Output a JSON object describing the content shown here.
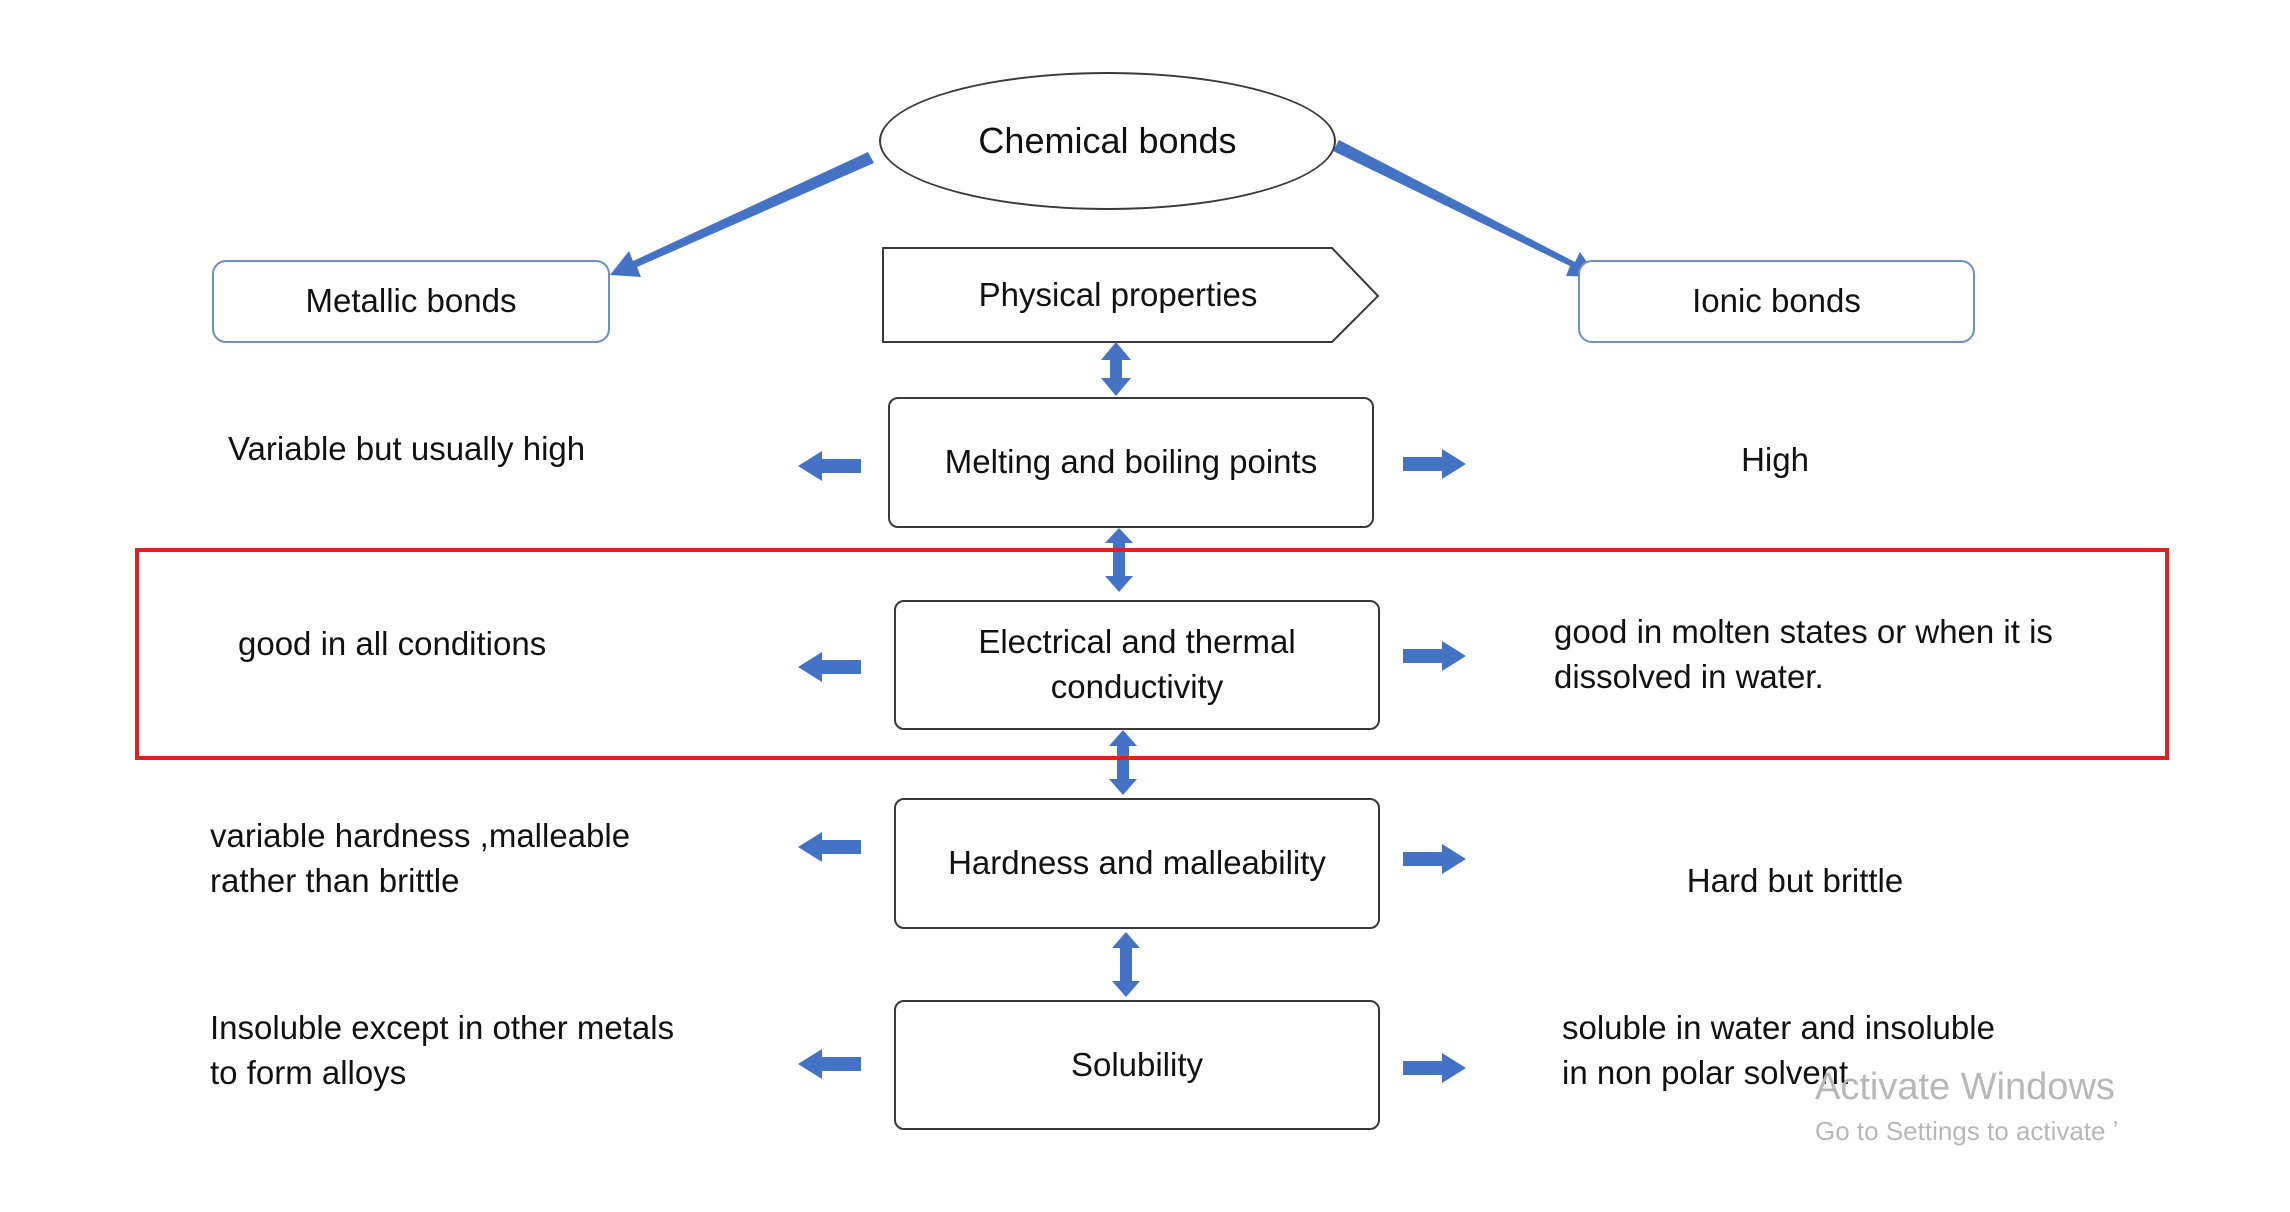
{
  "root": {
    "label": "Chemical bonds"
  },
  "categories": {
    "metallic": "Metallic bonds",
    "ionic": "Ionic bonds"
  },
  "header": "Physical properties",
  "properties": [
    {
      "name": [
        "Melting and boiling points"
      ],
      "metallic": [
        "Variable but usually high"
      ],
      "ionic": [
        "High"
      ]
    },
    {
      "name": [
        "Electrical and thermal",
        "conductivity"
      ],
      "metallic": [
        "good in all conditions"
      ],
      "ionic": [
        "good in molten states or when it is",
        "dissolved in water."
      ]
    },
    {
      "name": [
        "Hardness and malleability"
      ],
      "metallic": [
        "variable hardness ,malleable",
        "rather than brittle"
      ],
      "ionic": [
        "Hard but brittle"
      ]
    },
    {
      "name": [
        "Solubility"
      ],
      "metallic": [
        "Insoluble except in other metals",
        "to form alloys"
      ],
      "ionic": [
        "soluble in water and insoluble",
        "in non polar solvent"
      ]
    }
  ],
  "watermark": {
    "title": "Activate Windows",
    "subtitle": "Go to Settings to activate ʼ"
  },
  "colors": {
    "arrow": "#4472c4",
    "highlight": "#e0201e"
  }
}
